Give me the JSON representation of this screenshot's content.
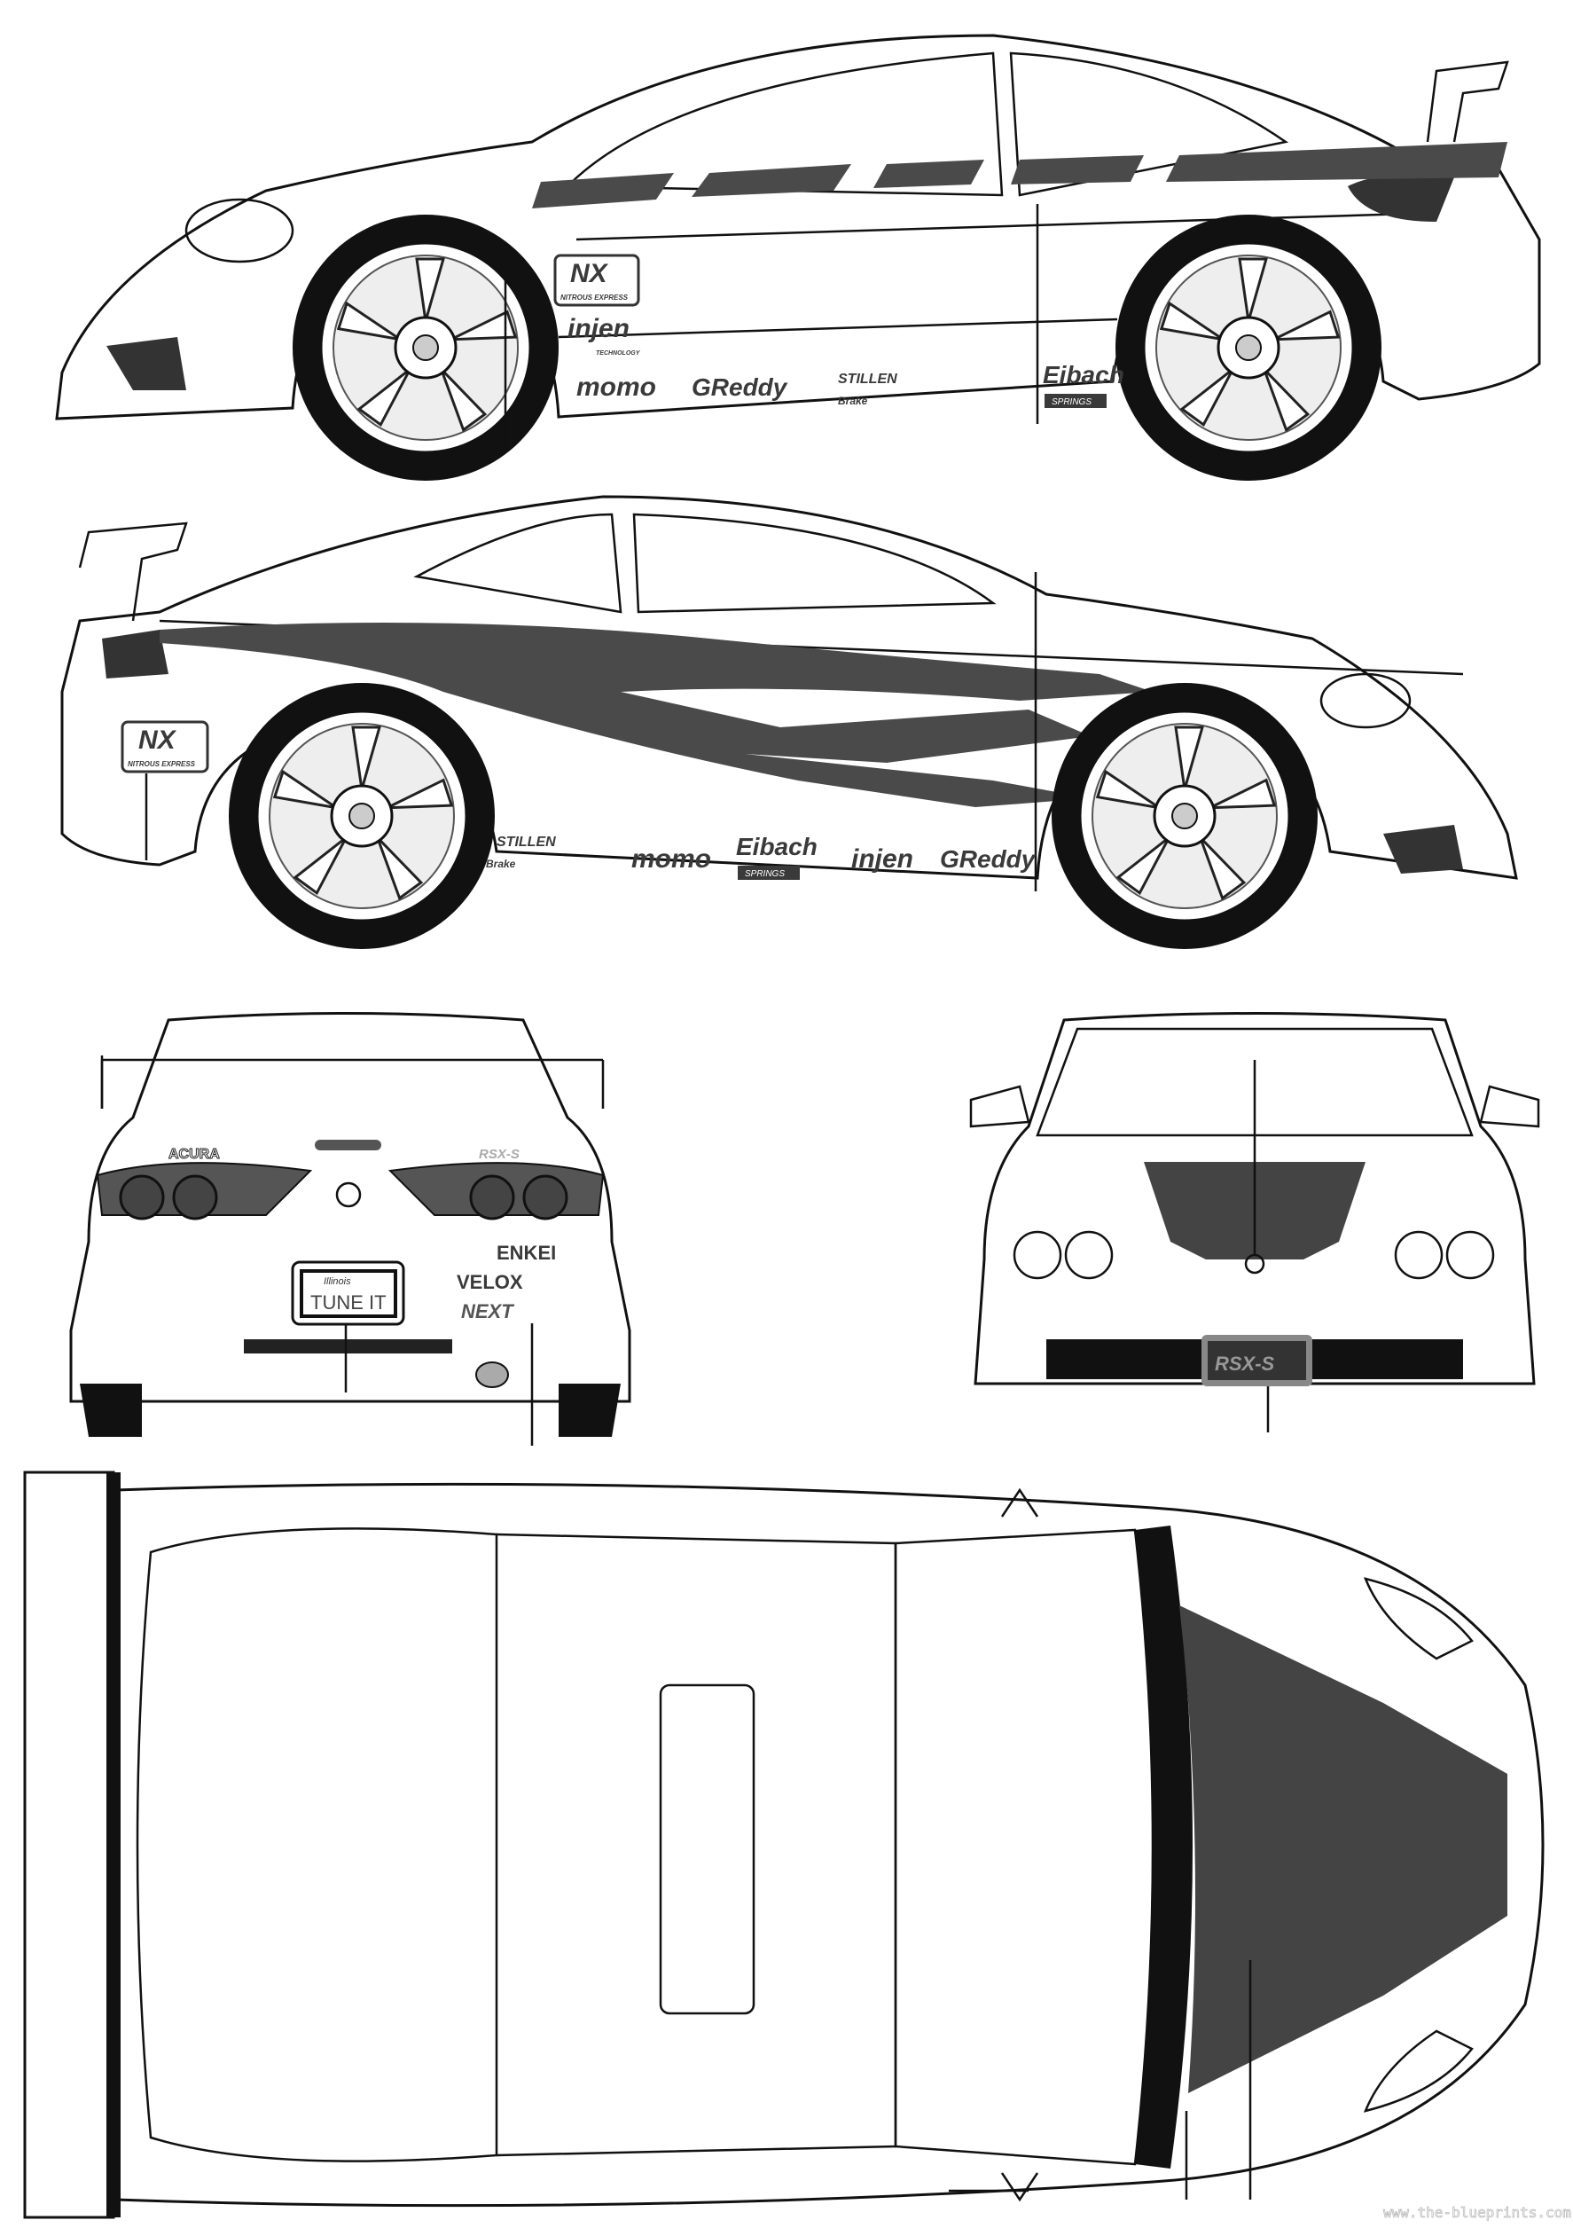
{
  "watermark": "www.the-blueprints.com",
  "side_view_left": {
    "decals": {
      "nx": "NX",
      "nx_sub": "NITROUS EXPRESS",
      "injen": "injen",
      "injen_sub": "TECHNOLOGY",
      "momo": "momo",
      "greddy": "GReddy",
      "stillen": "STILLEN",
      "stillen_sub": "Brake",
      "eibach": "Eibach",
      "eibach_sub": "SPRINGS"
    }
  },
  "side_view_right": {
    "decals": {
      "nx": "NX",
      "nx_sub": "NITROUS EXPRESS",
      "stillen": "STILLEN",
      "stillen_sub": "Brake",
      "momo": "momo",
      "eibach": "Eibach",
      "eibach_sub": "SPRINGS",
      "injen": "injen",
      "greddy": "GReddy"
    }
  },
  "rear_view": {
    "badge_left": "ACURA",
    "badge_right": "RSX-S",
    "plate_state": "Illinois",
    "plate_text": "TUNE IT",
    "decals": {
      "enkei": "ENKEI",
      "velox": "VELOX",
      "next": "NEXT"
    }
  },
  "front_view": {
    "plate_text": "RSX-S"
  },
  "colors": {
    "decal": "#4a4a4a",
    "line": "#111111",
    "background": "#ffffff"
  }
}
